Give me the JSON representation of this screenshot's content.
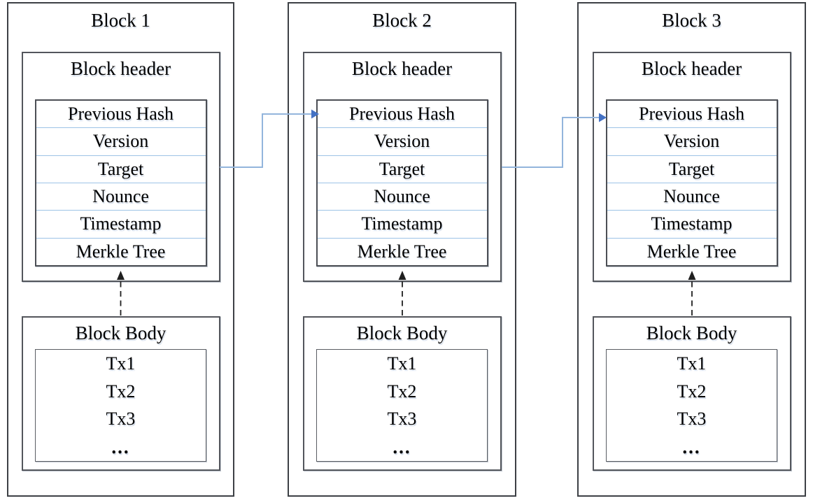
{
  "blocks": [
    {
      "title": "Block 1",
      "header": {
        "title": "Block header",
        "fields": [
          "Previous Hash",
          "Version",
          "Target",
          "Nounce",
          "Timestamp",
          "Merkle Tree"
        ]
      },
      "body": {
        "title": "Block Body",
        "transactions": [
          "Tx1",
          "Tx2",
          "Tx3",
          "..."
        ]
      }
    },
    {
      "title": "Block 2",
      "header": {
        "title": "Block header",
        "fields": [
          "Previous Hash",
          "Version",
          "Target",
          "Nounce",
          "Timestamp",
          "Merkle Tree"
        ]
      },
      "body": {
        "title": "Block Body",
        "transactions": [
          "Tx1",
          "Tx2",
          "Tx3",
          "..."
        ]
      }
    },
    {
      "title": "Block 3",
      "header": {
        "title": "Block header",
        "fields": [
          "Previous Hash",
          "Version",
          "Target",
          "Nounce",
          "Timestamp",
          "Merkle Tree"
        ]
      },
      "body": {
        "title": "Block Body",
        "transactions": [
          "Tx1",
          "Tx2",
          "Tx3",
          "..."
        ]
      }
    }
  ],
  "links": [
    {
      "type": "chain-link",
      "from": "Block 1",
      "to": "Block 2 Previous Hash"
    },
    {
      "type": "chain-link",
      "from": "Block 2",
      "to": "Block 3 Previous Hash"
    },
    {
      "type": "body-to-header",
      "from": "Block 1 Block Body",
      "to": "Block 1 header fields"
    },
    {
      "type": "body-to-header",
      "from": "Block 2 Block Body",
      "to": "Block 2 header fields"
    },
    {
      "type": "body-to-header",
      "from": "Block 3 Block Body",
      "to": "Block 3 header fields"
    }
  ],
  "colors": {
    "background": "#ffffff",
    "text": "#000000",
    "outer_box_border": "#3d4045",
    "inner_box_border": "#53565c",
    "field_divider": "#9dc3e6",
    "chain_link_line": "#93b5dc",
    "chain_link_arrowhead": "#4472c4",
    "body_to_header_arrow": "#1f1f1f"
  }
}
